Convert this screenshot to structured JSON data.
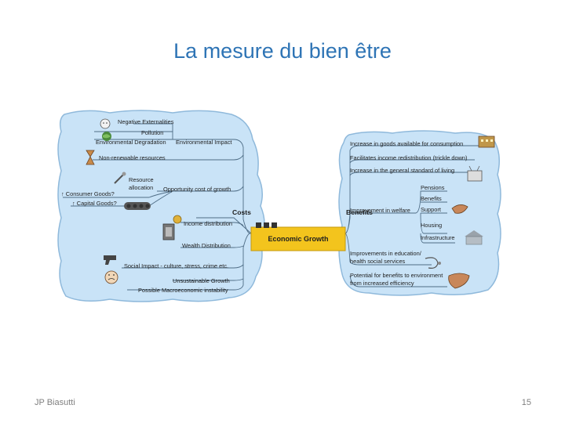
{
  "slide": {
    "title": "La mesure du bien être",
    "footer_left": "JP Biasutti",
    "page_number": "15"
  },
  "mindmap": {
    "center": "Economic Growth",
    "left_hub": "Costs",
    "right_hub": "Benefits",
    "costs": {
      "negative_externalities": "Negative Externalities",
      "pollution": "Pollution",
      "environmental_degradation": "Environmental Degradation",
      "environmental_impact": "Environmental Impact",
      "non_renewable": "Non-renewable resources",
      "resource_allocation_1": "Resource",
      "resource_allocation_2": "allocation",
      "opportunity_cost": "Opportunity cost of growth",
      "consumer_goods": "↑ Consumer Goods?",
      "capital_goods": "↑ Capital Goods?",
      "income_distribution": "Income distribution",
      "wealth_distribution": "Wealth Distribution",
      "social_impact": "Social Impact - culture, stress, crime etc.",
      "unsustainable_growth": "Unsustainable Growth",
      "macro_instability": "Possible Macroeconomic instability"
    },
    "benefits": {
      "goods_available": "Increase in goods available for consumption",
      "income_redistribution": "Facilitates income redistribution (trickle down)",
      "standard_of_living": "Increase in the general standard of living",
      "welfare": "Improvement in welfare",
      "pensions": "Pensions",
      "benefits_item": "Benefits",
      "support": "Support",
      "housing": "Housing",
      "infrastructure": "Infrastructure",
      "education_1": "Improvements in education/",
      "education_2": "health social services",
      "environment_1": "Potential for benefits to environment",
      "environment_2": "from increased efficiency"
    }
  },
  "colors": {
    "title": "#2e74b5",
    "cloud_fill": "#c9e3f7",
    "cloud_stroke": "#8fb9db",
    "center_fill": "#f3c41d",
    "branch_line": "#4f6d86"
  },
  "icons": [
    "face-icon",
    "globe-icon",
    "hourglass-icon",
    "tools-icon",
    "tank-icon",
    "coin-icon",
    "money-icon",
    "gun-icon",
    "stressed-face-icon",
    "building-icon",
    "tv-icon",
    "handshake-icon",
    "landmark-icon",
    "stethoscope-icon",
    "hand-icon"
  ]
}
